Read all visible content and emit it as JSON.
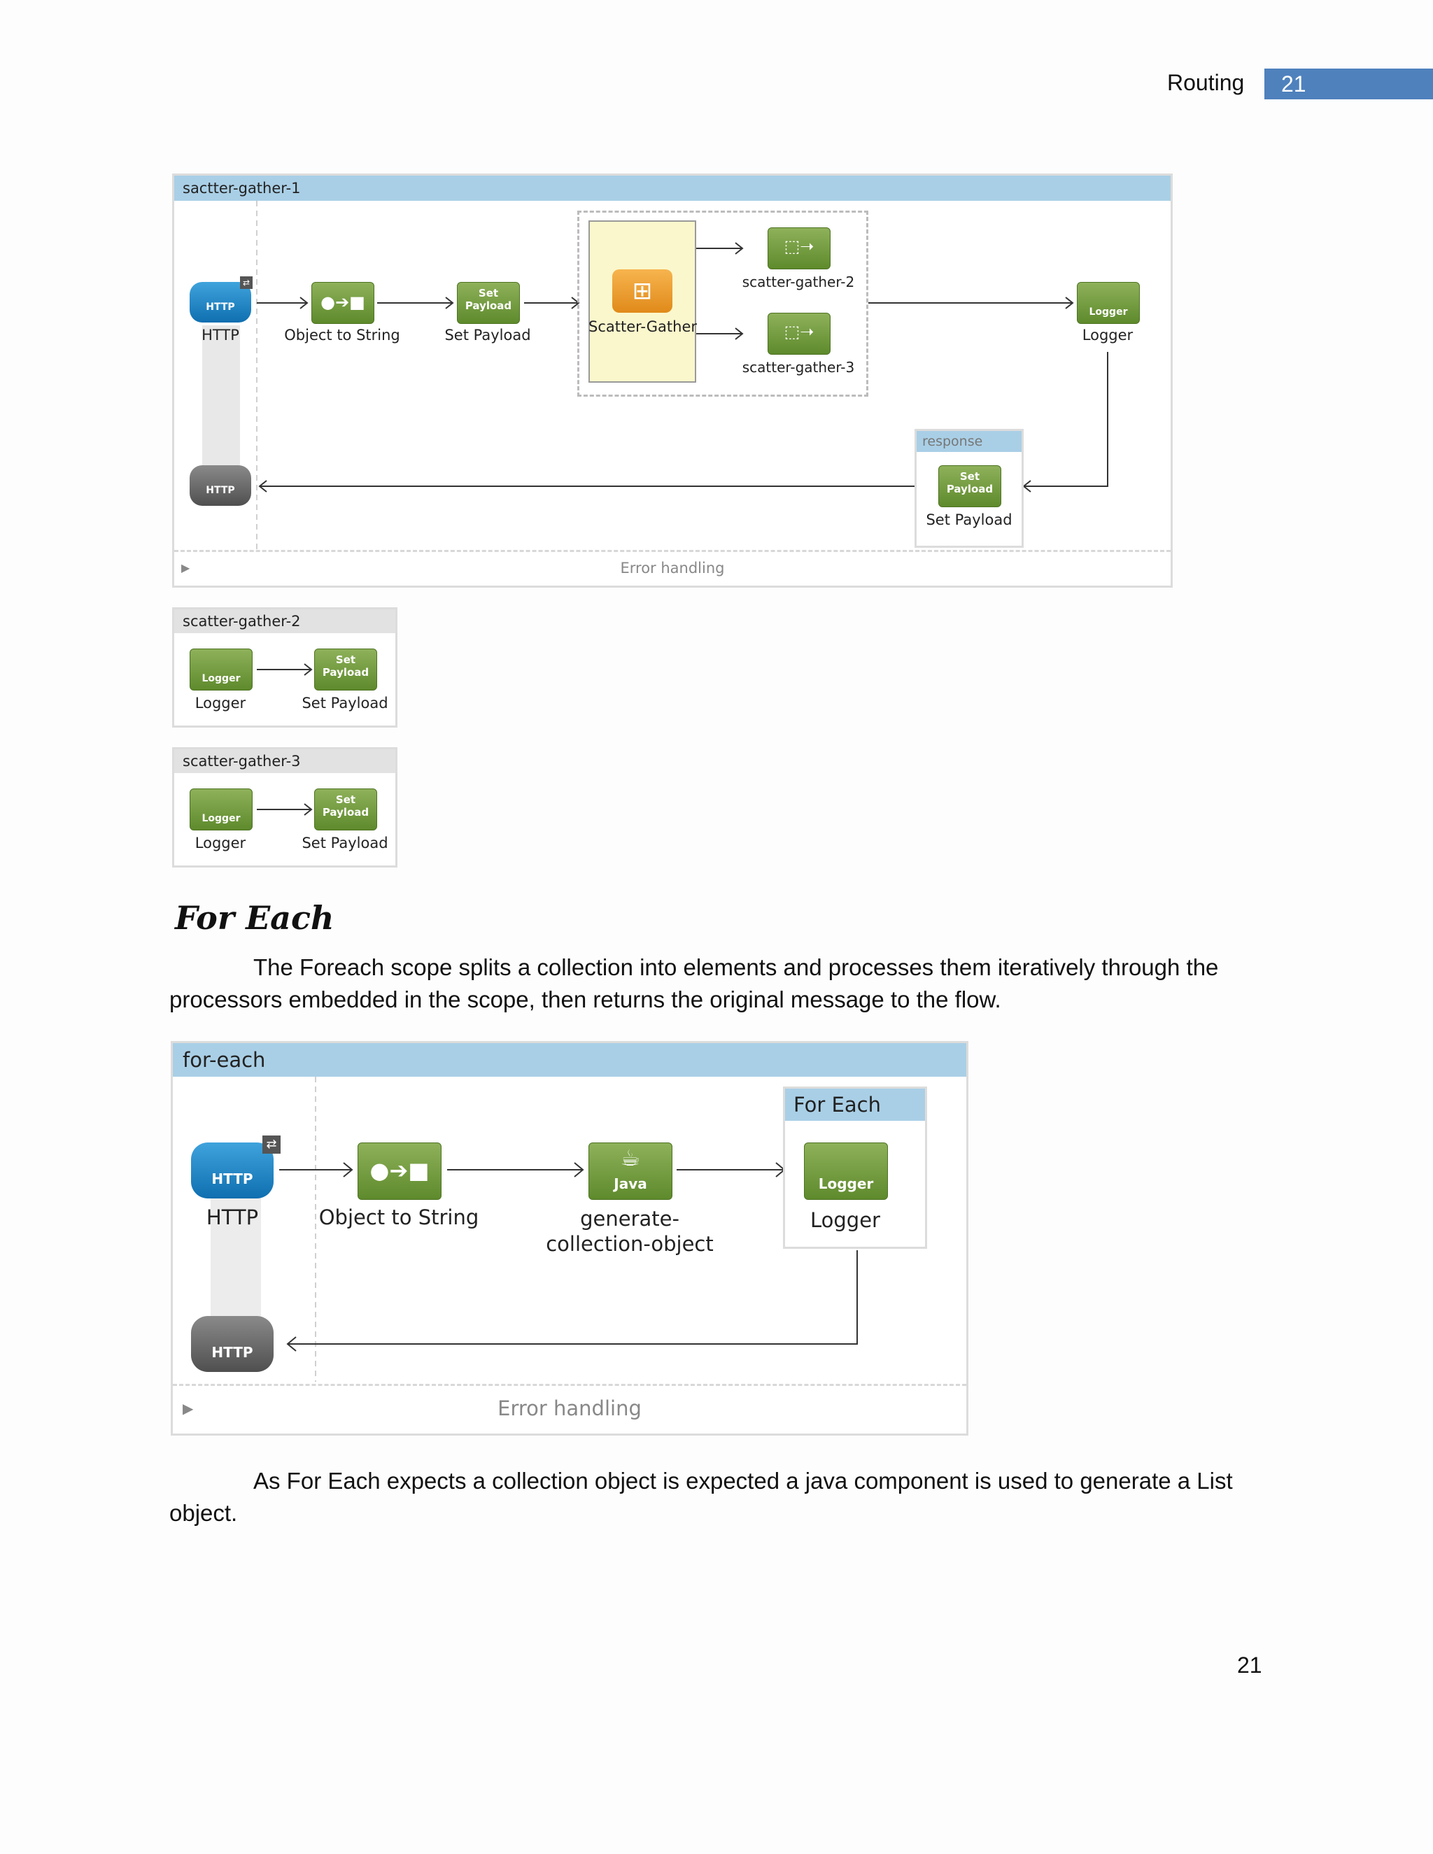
{
  "header": {
    "section": "Routing",
    "page": "21"
  },
  "figure1": {
    "title": "sactter-gather-1",
    "nodes": {
      "http": "HTTP",
      "object_to_string": "Object to String",
      "set_payload": "Set Payload",
      "scatter_gather": "Scatter-Gather",
      "sg2": "scatter-gather-2",
      "sg3": "scatter-gather-3",
      "logger": "Logger"
    },
    "response": {
      "title": "response",
      "node": "Set Payload"
    },
    "error_handling": "Error handling",
    "icon_text": {
      "http": "HTTP",
      "set": "Set",
      "payload": "Payload",
      "logger": "Logger"
    }
  },
  "figure2": {
    "title": "scatter-gather-2",
    "nodes": {
      "logger": "Logger",
      "set_payload": "Set Payload"
    }
  },
  "figure3": {
    "title": "scatter-gather-3",
    "nodes": {
      "logger": "Logger",
      "set_payload": "Set Payload"
    }
  },
  "section": {
    "heading": "For Each",
    "paragraph1_line1": "The Foreach scope splits a collection into elements and processes them iteratively through the",
    "paragraph1_line2": "processors embedded in the scope, then returns the original message to the flow."
  },
  "figure4": {
    "title": "for-each",
    "nodes": {
      "http": "HTTP",
      "object_to_string": "Object to String",
      "generate_line1": "generate-",
      "generate_line2": "collection-object",
      "logger": "Logger"
    },
    "scope_title": "For Each",
    "error_handling": "Error handling",
    "icon_text": {
      "http": "HTTP",
      "java": "Java",
      "logger": "Logger"
    }
  },
  "paragraph2": {
    "line1": "As For Each expects a collection object is expected a java component is used to generate a List",
    "line2": "object."
  },
  "footer": {
    "page": "21"
  }
}
